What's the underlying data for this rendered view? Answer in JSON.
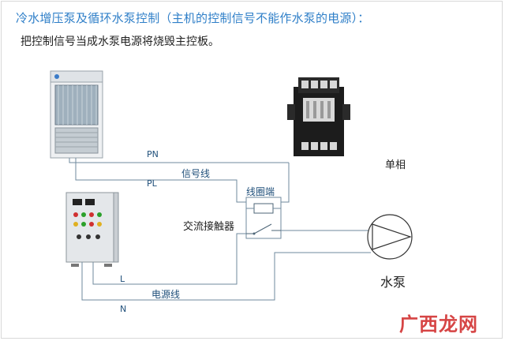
{
  "header": {
    "title": "冷水增压泵及循环水泵控制（主机的控制信号不能作水泵的电源）：",
    "subtitle": "把控制信号当成水泵电源将烧毁主控板。"
  },
  "labels": {
    "pn": "PN",
    "pl": "PL",
    "signal_line": "信号线",
    "coil_terminal": "线圈端",
    "ac_contactor": "交流接触器",
    "single_phase": "单相",
    "l": "L",
    "n": "N",
    "power_line": "电源线",
    "water_pump": "水泵"
  },
  "watermark": "广西龙网",
  "colors": {
    "title": "#2f7fc8",
    "wire": "#6f8a9e",
    "watermark": "#d64545"
  }
}
